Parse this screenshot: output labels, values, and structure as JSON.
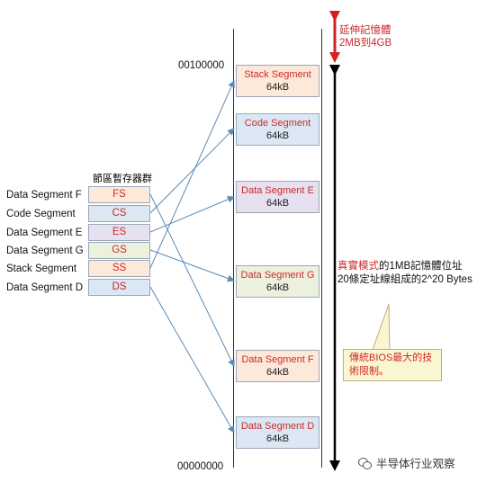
{
  "extended_memory": {
    "line1": "延伸記憶體",
    "line2": "2MB到4GB"
  },
  "address_top": "00100000",
  "address_bottom": "00000000",
  "register_group_title": "節區暫存器群",
  "segments": [
    {
      "name": "Stack Segment",
      "size": "64kB",
      "fill": "#fde9d9"
    },
    {
      "name": "Code Segment",
      "size": "64kB",
      "fill": "#dbe8f4"
    },
    {
      "name": "Data Segment E",
      "size": "64kB",
      "fill": "#e6e0f0"
    },
    {
      "name": "Data Segment G",
      "size": "64kB",
      "fill": "#ebf1dd"
    },
    {
      "name": "Data Segment F",
      "size": "64kB",
      "fill": "#fde9d9"
    },
    {
      "name": "Data Segment D",
      "size": "64kB",
      "fill": "#dbe8f4"
    }
  ],
  "registers": [
    {
      "label": "Data Segment F",
      "reg": "FS",
      "fill": "#fde9d9"
    },
    {
      "label": "Code Segment",
      "reg": "CS",
      "fill": "#dbe8f4"
    },
    {
      "label": "Data Segment E",
      "reg": "ES",
      "fill": "#e6e0f0"
    },
    {
      "label": "Data Segment G",
      "reg": "GS",
      "fill": "#ebf1dd"
    },
    {
      "label": "Stack Segment",
      "reg": "SS",
      "fill": "#fde9d9"
    },
    {
      "label": "Data Segment D",
      "reg": "DS",
      "fill": "#dbe8f4"
    }
  ],
  "real_mode_note": {
    "highlight": "真實模式",
    "rest_line1": "的1MB記憶體位址",
    "line2": "20條定址線組成的2^20 Bytes"
  },
  "callout_text": "傳統BIOS最大的技術限制。",
  "watermark": "半导体行业观察",
  "colors": {
    "arrow": "#5b8bb5",
    "red": "#cc2a2a",
    "border": "#9aa7b8"
  }
}
